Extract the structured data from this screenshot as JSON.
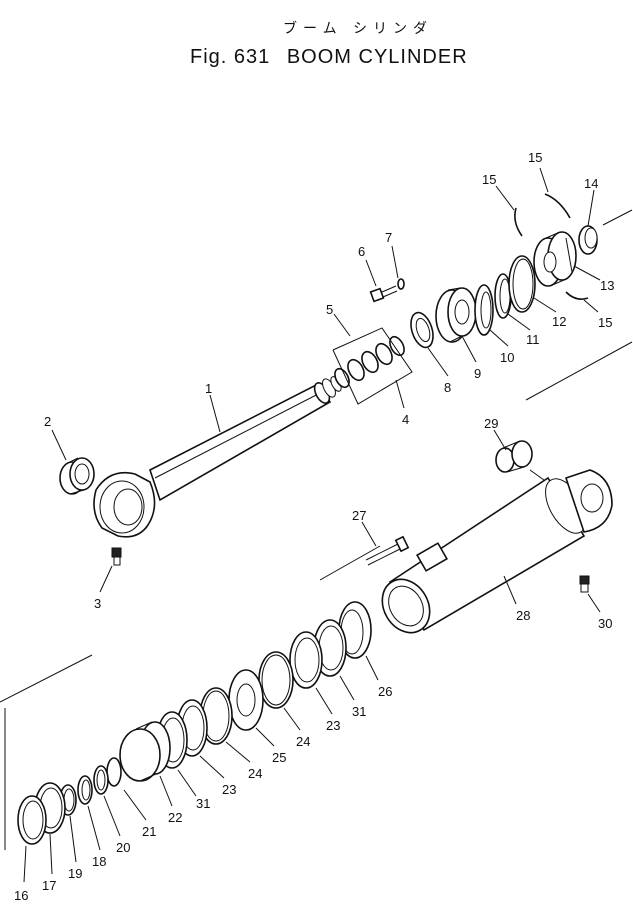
{
  "header": {
    "title_jp": "ブーム シリンダ",
    "fig_label": "Fig. 631",
    "title": "BOOM CYLINDER"
  },
  "labels": {
    "p1": "1",
    "p2": "2",
    "p3": "3",
    "p4": "4",
    "p5": "5",
    "p6": "6",
    "p7": "7",
    "p8": "8",
    "p9": "9",
    "p10": "10",
    "p11": "11",
    "p12": "12",
    "p13": "13",
    "p14": "14",
    "p15a": "15",
    "p15b": "15",
    "p15c": "15",
    "p16": "16",
    "p17": "17",
    "p18": "18",
    "p19": "19",
    "p20": "20",
    "p21": "21",
    "p22": "22",
    "p23a": "23",
    "p23b": "23",
    "p24a": "24",
    "p24b": "24",
    "p25": "25",
    "p26": "26",
    "p27": "27",
    "p28": "28",
    "p29": "29",
    "p30": "30",
    "p31a": "31",
    "p31b": "31"
  }
}
